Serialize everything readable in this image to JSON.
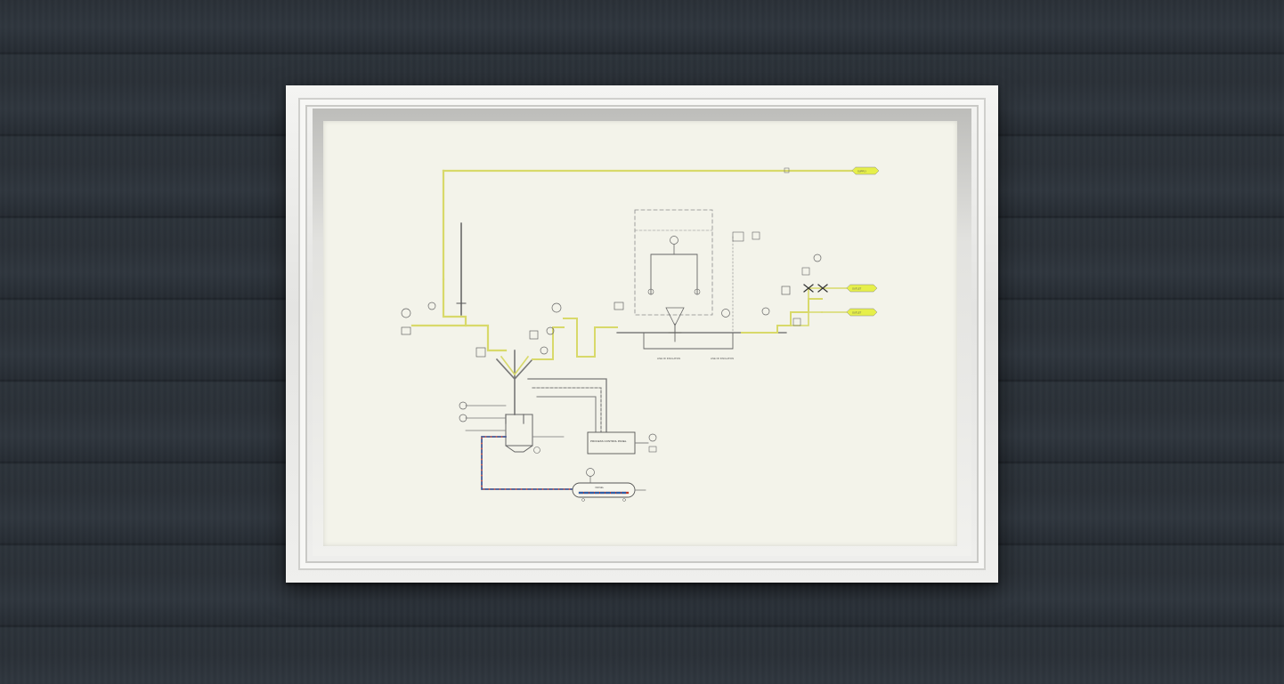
{
  "diagram": {
    "type": "piping-and-instrumentation-diagram",
    "colors": {
      "wall": "#2a3037",
      "frame": "#ececea",
      "paper": "#f3f3ea",
      "yellow_pipe": "#d8d96a",
      "gray_pipe": "#6f6f6f",
      "red_line": "#c0392b",
      "blue_line": "#2e5fa8"
    },
    "labels": {
      "box_text": "PROCESS CONTROL PANEL",
      "vessel_label": "VESSEL",
      "pipe_label_1": "LINE OF INSULATION",
      "pipe_label_2": "LINE OF INSULATION",
      "supply_arrow": "SUPPLY",
      "outlet_arrow_1": "OUTLET",
      "outlet_arrow_2": "OUTLET"
    }
  }
}
